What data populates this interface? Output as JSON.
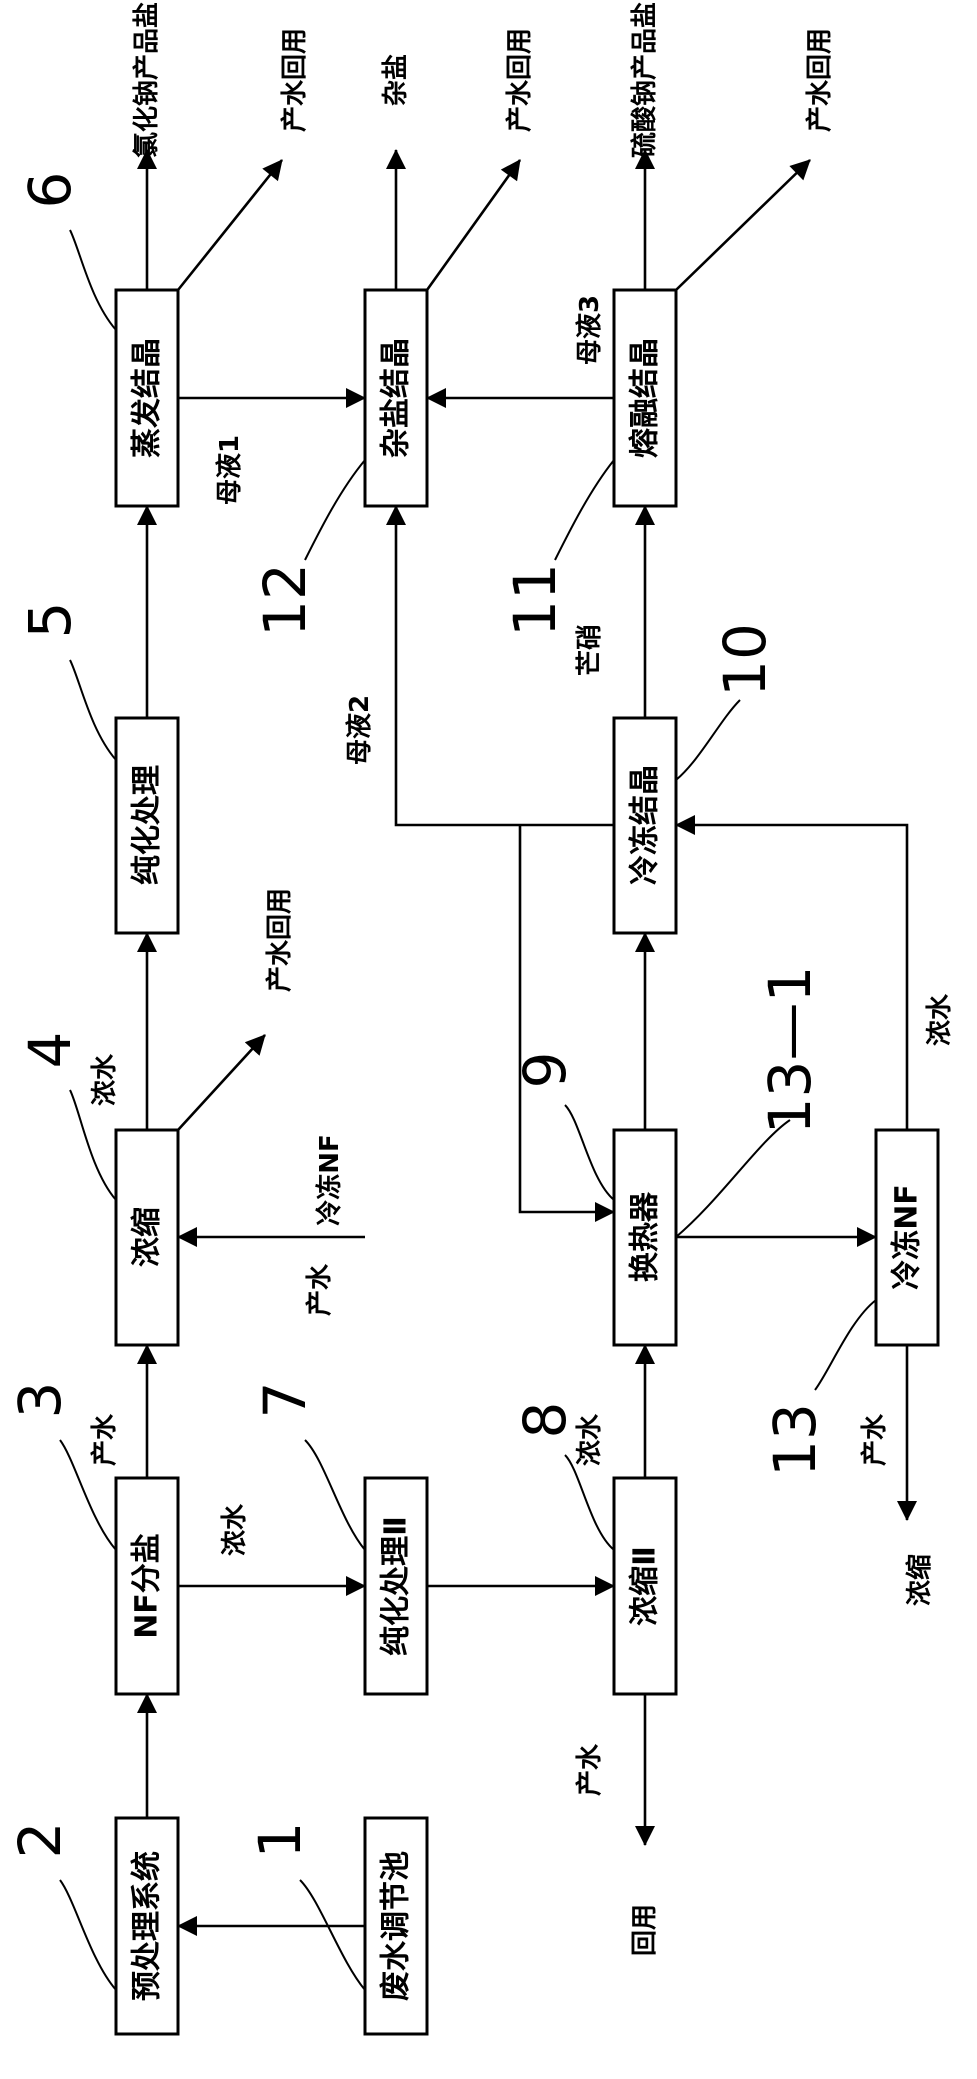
{
  "diagram": {
    "nodes": {
      "n1": "废水调节池",
      "n2": "预处理系统",
      "n3": "NF分盐",
      "n4": "浓缩",
      "n5": "纯化处理",
      "n6": "蒸发结晶",
      "n7": "纯化处理Ⅱ",
      "n8": "浓缩Ⅱ",
      "n9": "换热器",
      "n10": "冷冻结晶",
      "n11": "熔融结晶",
      "n12": "杂盐结晶",
      "n13": "冷冻NF"
    },
    "refs": {
      "r1": "1",
      "r2": "2",
      "r3": "3",
      "r4": "4",
      "r5": "5",
      "r6": "6",
      "r7": "7",
      "r8": "8",
      "r9": "9",
      "r10": "10",
      "r11": "11",
      "r12": "12",
      "r13": "13",
      "r13_1": "13—1"
    },
    "labels": {
      "nacl_product": "氯化钠产品盐",
      "product_water_reuse": "产水回用",
      "mixed_salt": "杂盐",
      "na2so4_product": "硫酸钠产品盐",
      "mother_liquor_1": "母液1",
      "mother_liquor_2": "母液2",
      "mother_liquor_3": "母液3",
      "mirabilite": "芒硝",
      "concentrate": "浓水",
      "product_water": "产水",
      "freeze_nf": "冷冻NF",
      "reuse": "回用",
      "concentrate_bottom": "浓缩"
    }
  }
}
